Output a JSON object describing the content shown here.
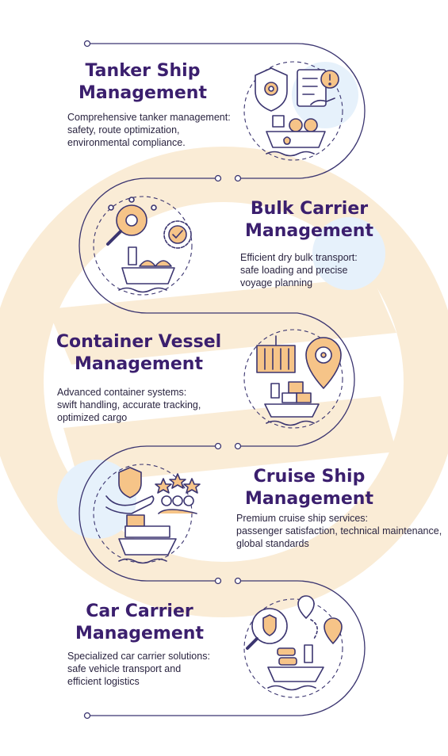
{
  "colors": {
    "title": "#3b1f6e",
    "line": "#3b3570",
    "accent": "#f6c488",
    "watermark": "#faecd6",
    "watermark_blue": "#e6f1fb"
  },
  "sections": [
    {
      "title_lines": [
        "Tanker Ship",
        "Management"
      ],
      "description_lines": [
        "Comprehensive tanker management:",
        "safety, route optimization,",
        "environmental compliance."
      ],
      "icons": [
        "shield-gear-icon",
        "checklist-alert-icon",
        "tanker-ship-icon"
      ]
    },
    {
      "title_lines": [
        "Bulk Carrier",
        "Management"
      ],
      "description_lines": [
        "Efficient dry bulk transport:",
        "safe loading and precise",
        "voyage planning"
      ],
      "icons": [
        "magnifier-gear-icon",
        "gear-check-icon",
        "bulk-carrier-icon"
      ]
    },
    {
      "title_lines": [
        "Container Vessel",
        "Management"
      ],
      "description_lines": [
        "Advanced container systems:",
        "swift handling, accurate tracking,",
        "optimized cargo"
      ],
      "icons": [
        "container-crane-icon",
        "location-gear-icon",
        "container-ship-icon"
      ]
    },
    {
      "title_lines": [
        "Cruise Ship",
        "Management"
      ],
      "description_lines": [
        "Premium cruise ship services:",
        "passenger satisfaction, technical maintenance,",
        "global standards"
      ],
      "icons": [
        "hand-shield-icon",
        "rating-stars-icon",
        "cruise-ship-icon"
      ]
    },
    {
      "title_lines": [
        "Car Carrier",
        "Management"
      ],
      "description_lines": [
        "Specialized car carrier solutions:",
        "safe vehicle transport and",
        "efficient logistics"
      ],
      "icons": [
        "magnifier-shield-icon",
        "route-pins-icon",
        "car-carrier-icon"
      ]
    }
  ]
}
